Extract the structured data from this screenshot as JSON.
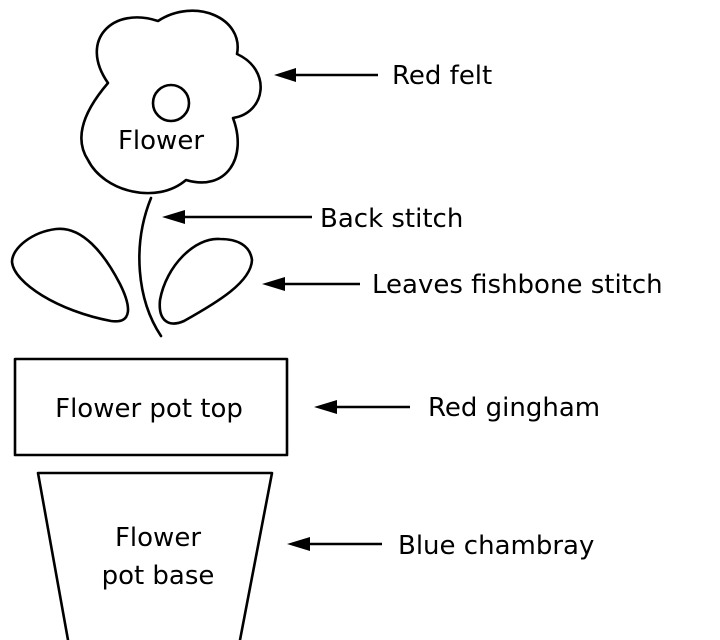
{
  "diagram": {
    "flower": {
      "inner_label": "Flower",
      "callout": "Red felt"
    },
    "stem": {
      "callout": "Back stitch"
    },
    "leaves": {
      "callout": "Leaves fishbone stitch"
    },
    "pot_top": {
      "inner_label": "Flower pot top",
      "callout": "Red gingham"
    },
    "pot_base": {
      "inner_label_line1": "Flower",
      "inner_label_line2": "pot base",
      "callout": "Blue chambray"
    }
  }
}
